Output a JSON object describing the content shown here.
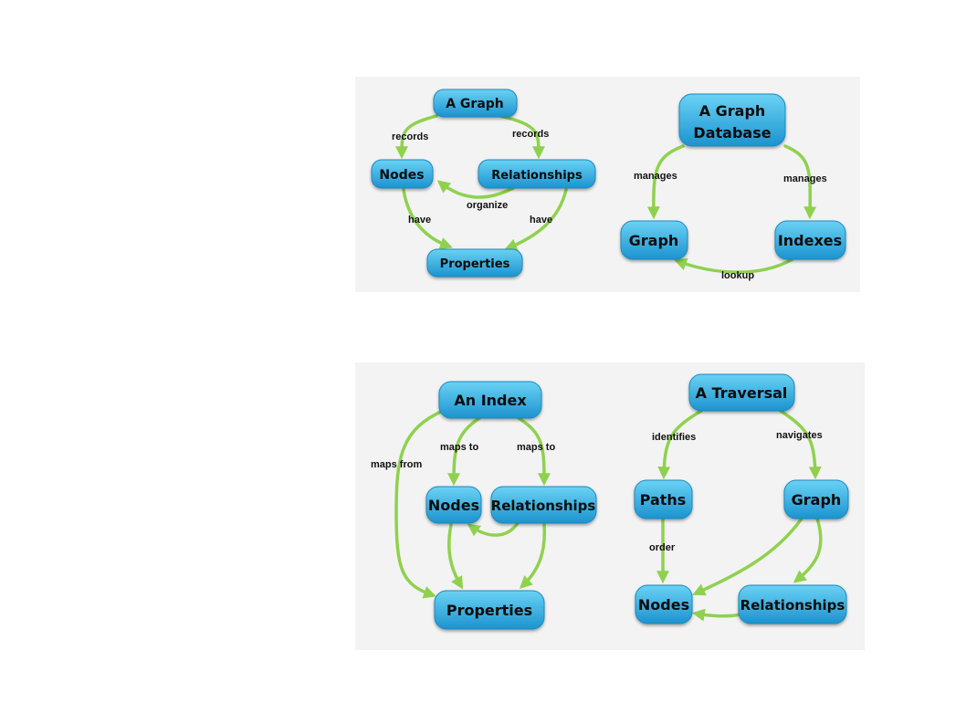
{
  "colors": {
    "node_fill_top": "#64cdf2",
    "node_fill_bottom": "#1c93cf",
    "edge": "#8fd14f",
    "panel_bg": "#f3f3f3"
  },
  "diagrams": [
    {
      "id": "graph",
      "nodes": {
        "a_graph": "A Graph",
        "nodes": "Nodes",
        "relationships": "Relationships",
        "properties": "Properties"
      },
      "edge_labels": {
        "records_left": "records",
        "records_right": "records",
        "organize": "organize",
        "have_left": "have",
        "have_right": "have"
      }
    },
    {
      "id": "graph_database",
      "nodes": {
        "a_graph_database_line1": "A Graph",
        "a_graph_database_line2": "Database",
        "graph": "Graph",
        "indexes": "Indexes"
      },
      "edge_labels": {
        "manages_left": "manages",
        "manages_right": "manages",
        "lookup": "lookup"
      }
    },
    {
      "id": "index",
      "nodes": {
        "an_index": "An Index",
        "nodes": "Nodes",
        "relationships": "Relationships",
        "properties": "Properties"
      },
      "edge_labels": {
        "maps_from": "maps from",
        "maps_to_left": "maps to",
        "maps_to_right": "maps to"
      }
    },
    {
      "id": "traversal",
      "nodes": {
        "a_traversal": "A Traversal",
        "paths": "Paths",
        "graph": "Graph",
        "nodes": "Nodes",
        "relationships": "Relationships"
      },
      "edge_labels": {
        "identifies": "identifies",
        "navigates": "navigates",
        "order": "order"
      }
    }
  ]
}
